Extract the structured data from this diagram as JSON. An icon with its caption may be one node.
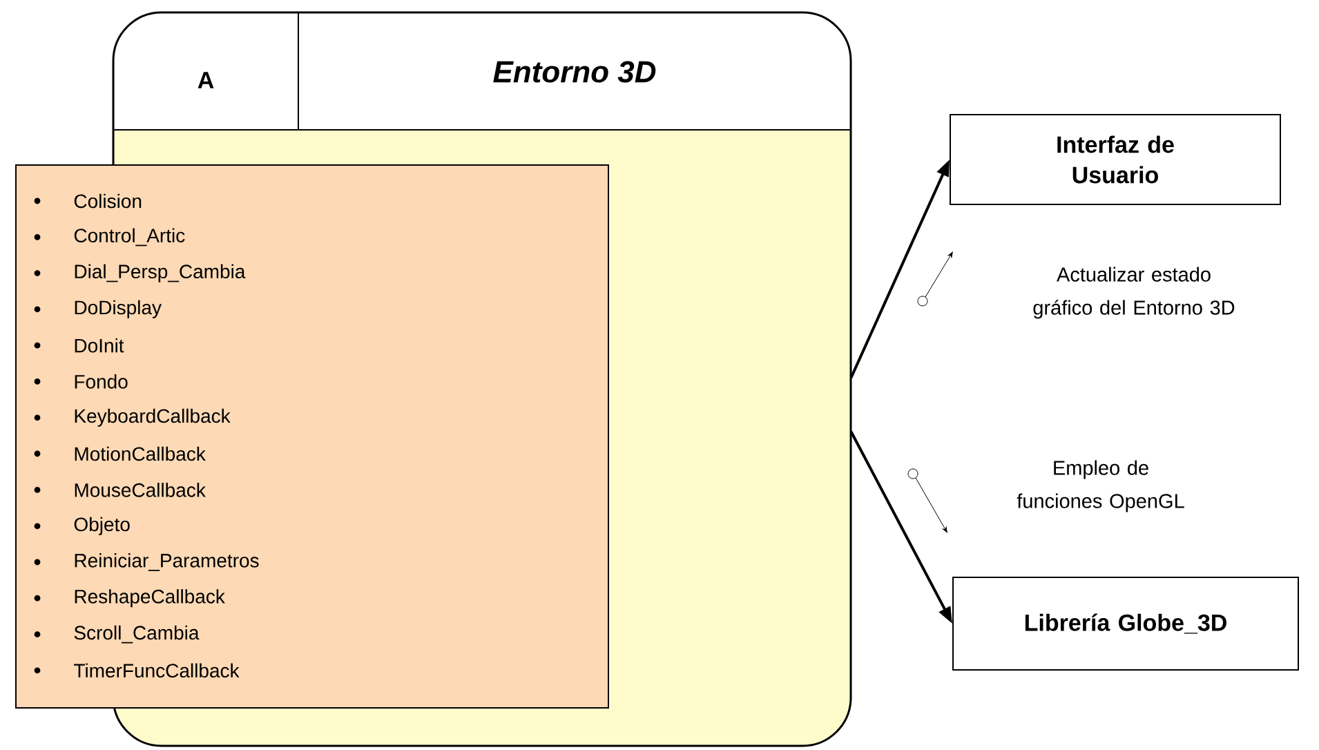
{
  "diagram": {
    "nodes": [
      {
        "text": [
          "A",
          "Entorno 3D"
        ]
      },
      {
        "text": [
          "Colision",
          "Control_Artic",
          "Dial_Persp_Cambia",
          "DoDisplay",
          "DoInit",
          "Fondo",
          "KeyboardCallback",
          "MotionCallback",
          "MouseCallback",
          "Objeto",
          "Reiniciar_Parametros",
          "ReshapeCallback",
          "Scroll_Cambia",
          "TimerFuncCallback"
        ]
      },
      {
        "text": [
          "Interfaz de Usuario"
        ]
      },
      {
        "text": [
          "Librería Globe_3D"
        ]
      }
    ],
    "edges": [
      {
        "from": 0,
        "to": 2,
        "arrow": "to"
      },
      {
        "from": 0,
        "to": 3,
        "arrow": "to"
      }
    ],
    "labels": [
      "Actualizar estado gráfico del Entorno 3D",
      "Empleo de funciones OpenGL"
    ]
  }
}
